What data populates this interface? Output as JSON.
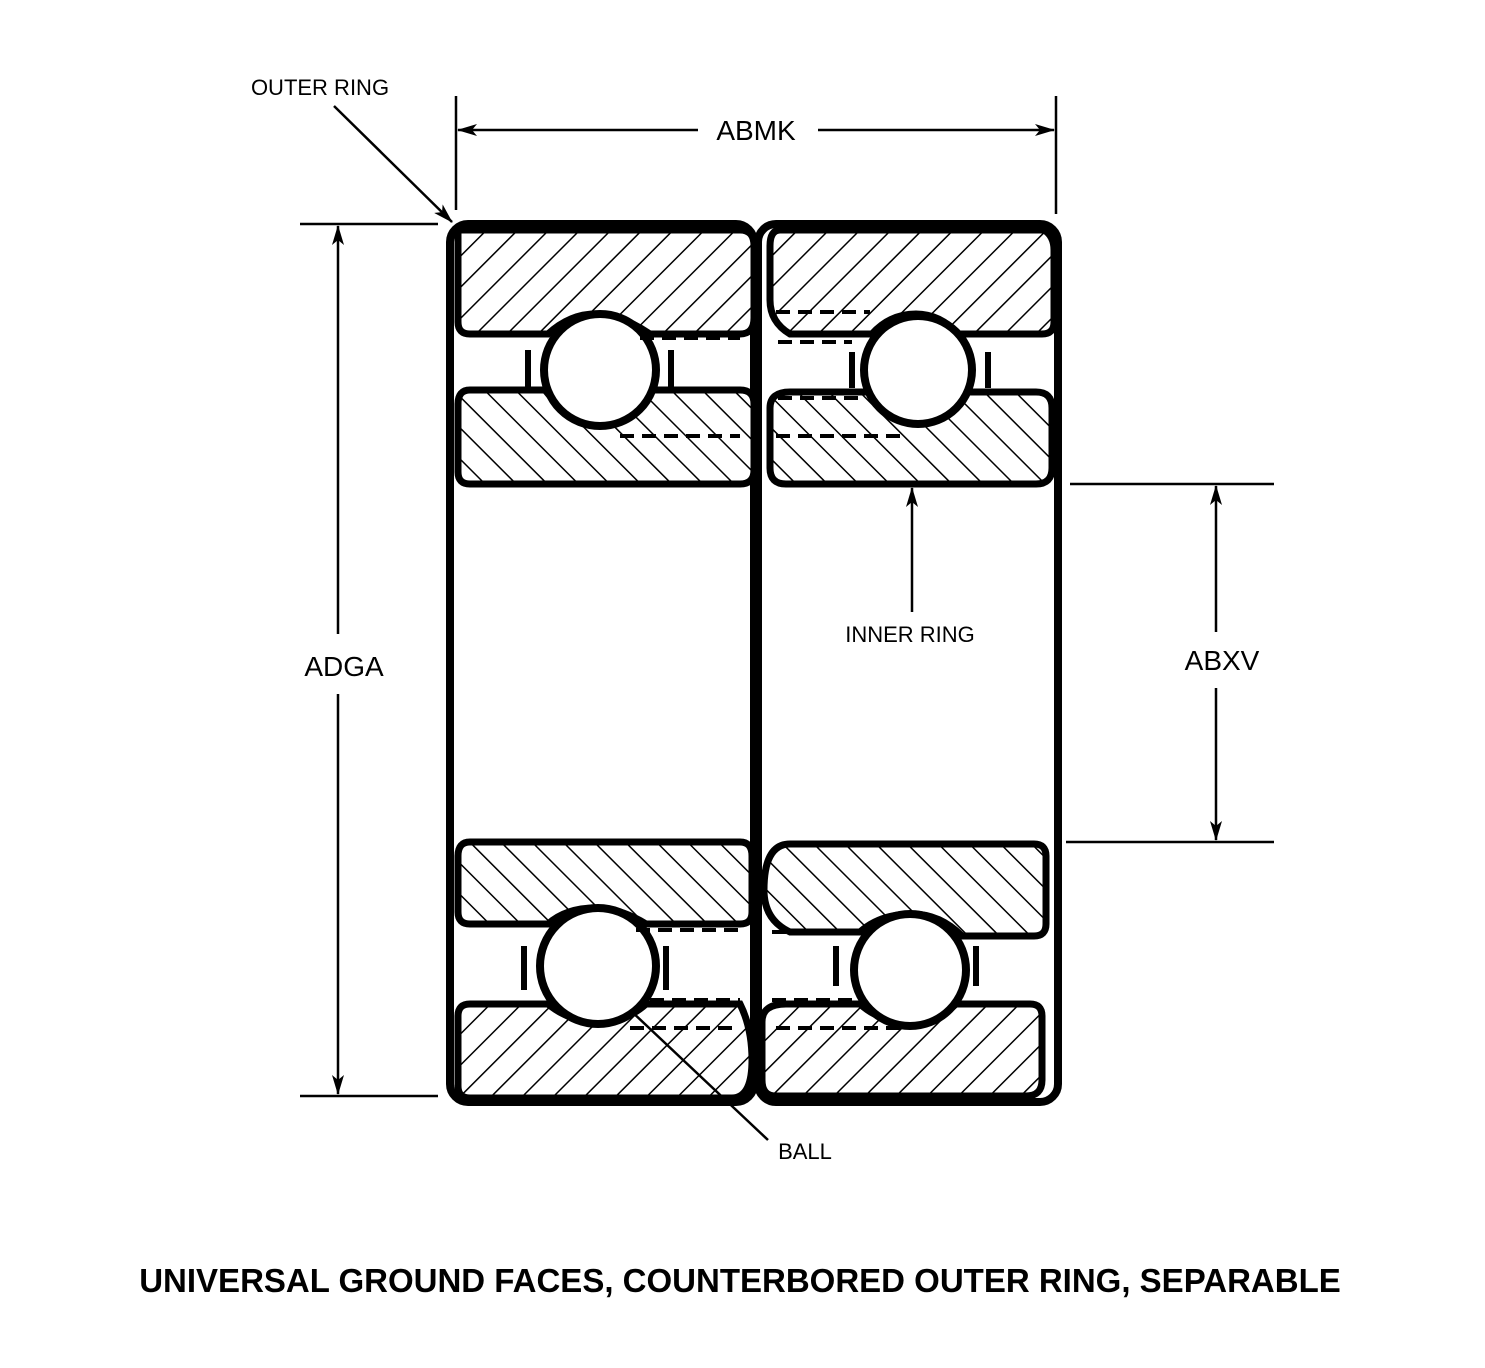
{
  "labels": {
    "outer_ring": "OUTER RING",
    "inner_ring": "INNER RING",
    "ball": "BALL"
  },
  "dimensions": {
    "width": "ABMK",
    "outside_diameter": "ADGA",
    "bore_diameter": "ABXV"
  },
  "caption": "UNIVERSAL GROUND FACES, COUNTERBORED OUTER RING, SEPARABLE"
}
